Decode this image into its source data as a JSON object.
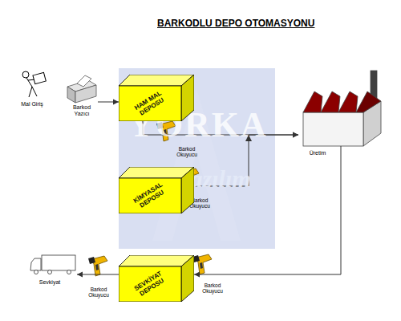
{
  "diagram": {
    "title": "BARKODLU DEPO OTOMASYONU",
    "nodes": [
      {
        "text": [
          "Mal Giriş"
        ]
      },
      {
        "text": [
          "Barkod Yazıcı"
        ]
      },
      {
        "text": [
          "HAM MAL DEPOSU"
        ]
      },
      {
        "text": [
          "KİMYASAL DEPOSU"
        ]
      },
      {
        "text": [
          "Üretim"
        ]
      },
      {
        "text": [
          "SEVKİYAT DEPOSU"
        ]
      },
      {
        "text": [
          "Sevkiyat"
        ]
      }
    ],
    "edges": [
      {
        "from": 1,
        "to": 2,
        "arrow": "to"
      },
      {
        "from": 2,
        "to": 4,
        "arrow": "to"
      },
      {
        "from": 3,
        "to": 4,
        "arrow": "to"
      },
      {
        "from": 4,
        "to": 5,
        "arrow": "to"
      },
      {
        "from": 5,
        "to": 6,
        "arrow": "to"
      }
    ],
    "labels": [
      "Barkod Okuyucu",
      "Barkod Okuyucu",
      "Barkod Okuyucu",
      "Barkod Okuyucu",
      "YORKA",
      "Yazılım"
    ]
  }
}
